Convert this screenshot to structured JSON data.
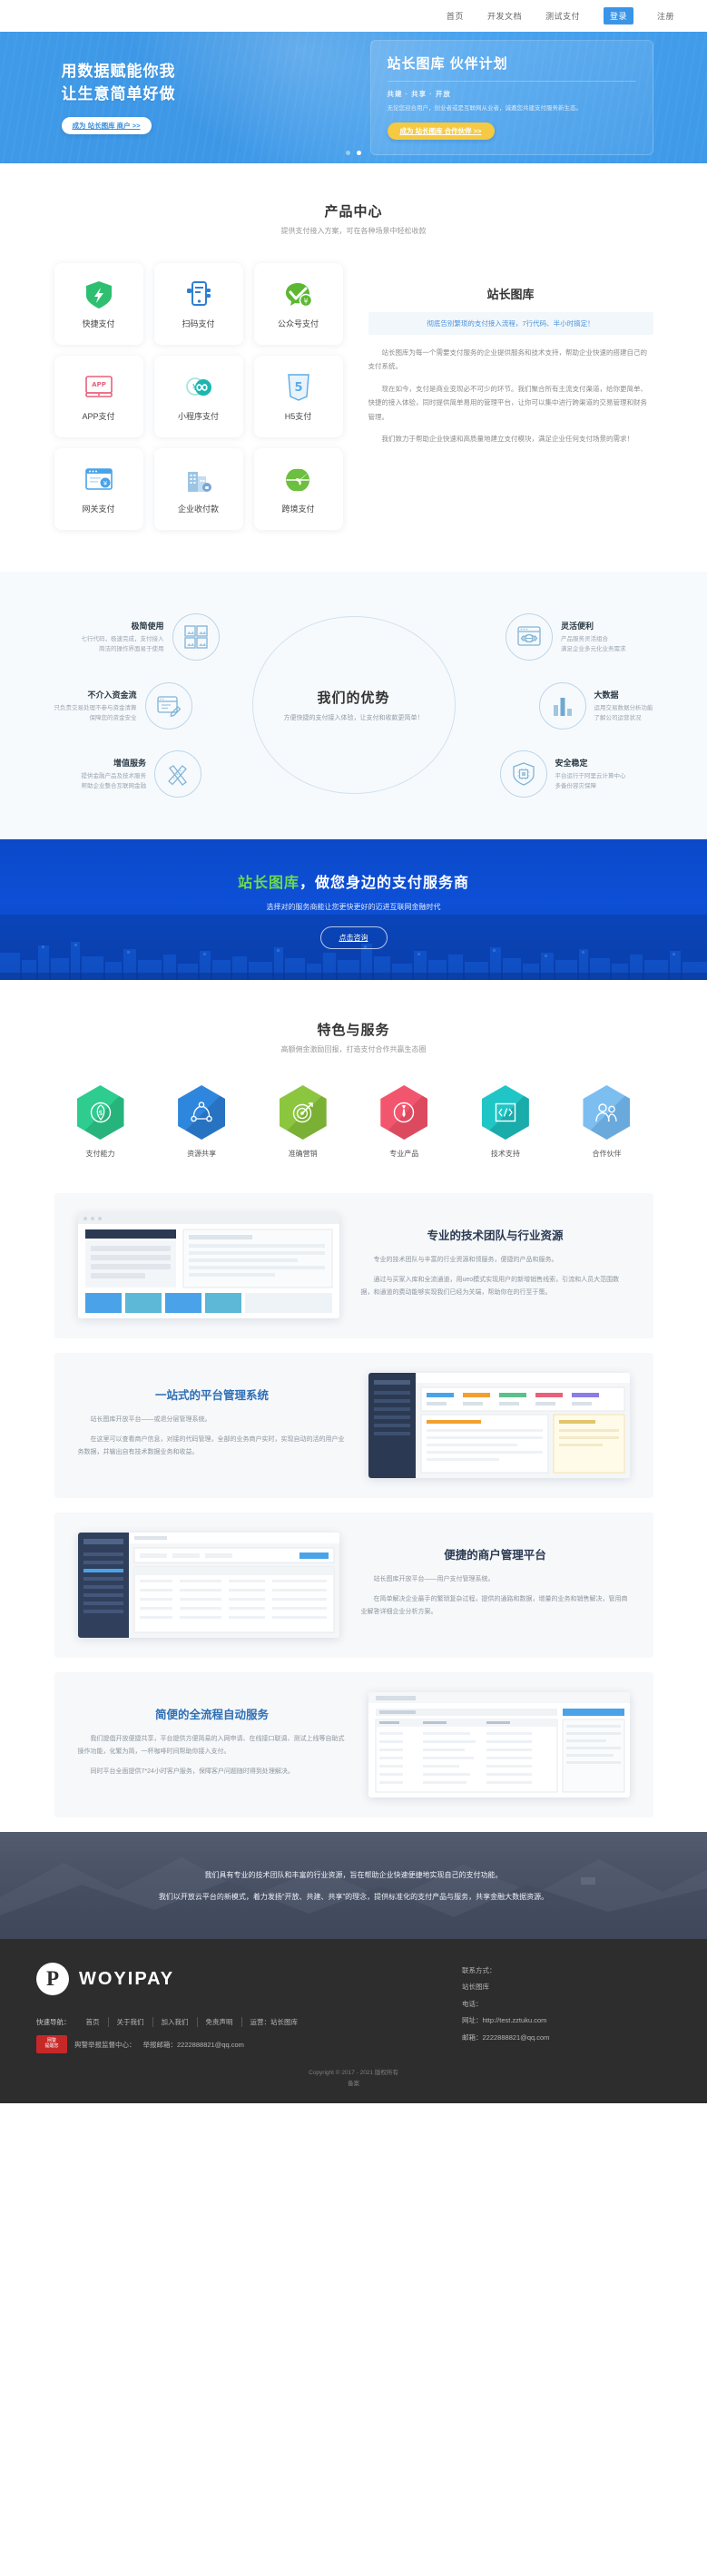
{
  "nav": {
    "items": [
      {
        "label": "首页",
        "active": false
      },
      {
        "label": "开发文档",
        "active": false
      },
      {
        "label": "测试支付",
        "active": false
      },
      {
        "label": "登录",
        "active": true
      },
      {
        "label": "注册",
        "active": false
      }
    ]
  },
  "hero": {
    "title_line1": "用数据赋能你我",
    "title_line2": "让生意简单好做",
    "merchant_button": "成为 站长图库 商户 >>",
    "card": {
      "title": "站长图库 伙伴计划",
      "subtitle": "共建 · 共享 · 开放",
      "desc": "无论您迎合用户，创业者或是互联网从业者，诚邀您共建支付服务新生态。",
      "button": "成为 站长图库 合作伙伴 >>"
    },
    "slides": 2,
    "active_slide": 1
  },
  "products": {
    "heading": "产品中心",
    "subheading": "提供支付接入方案，可在各种场景中轻松收款",
    "items": [
      {
        "label": "快捷支付",
        "icon": "shield-bolt-icon",
        "color": "#2fbf71"
      },
      {
        "label": "扫码支付",
        "icon": "qr-scan-phone-icon",
        "color": "#2f7fd1"
      },
      {
        "label": "公众号支付",
        "icon": "wechat-yuan-icon",
        "color": "#5cb832"
      },
      {
        "label": "APP支付",
        "icon": "app-monitor-icon",
        "color": "#e8607a"
      },
      {
        "label": "小程序支付",
        "icon": "miniprogram-yuan-icon",
        "color": "#19b7b0"
      },
      {
        "label": "H5支付",
        "icon": "h5-badge-icon",
        "color": "#5aabe8"
      },
      {
        "label": "网关支付",
        "icon": "gateway-browser-icon",
        "color": "#4aa3e8"
      },
      {
        "label": "企业收付款",
        "icon": "enterprise-building-icon",
        "color": "#76a8d6"
      },
      {
        "label": "跨境支付",
        "icon": "globe-plane-icon",
        "color": "#6cbf3f"
      }
    ],
    "panel": {
      "title": "站长图库",
      "highlight": "彻底告别繁琐的支付接入流程，7行代码、半小时搞定！",
      "paragraphs": [
        "站长图库为每一个需要支付服务的企业提供服务和技术支持，帮助企业快速的搭建自己的支付系统。",
        "现在如今，支付是商业变现必不可少的环节。我们聚合所有主流支付渠道，给你更简单、快捷的接入体验，同时提供简单易用的管理平台，让你可以集中进行跨渠道的交易管理和财务管理。",
        "我们致力于帮助企业快速和高质量地建立支付模块，满足企业任何支付场景的需求！"
      ]
    }
  },
  "advantages": {
    "center_title": "我们的优势",
    "center_sub": "方便快捷的支付接入体验，让支付和收款更简单！",
    "items": [
      {
        "title": "极简使用",
        "line1": "七行代码，极速完成，支付接入",
        "line2": "简洁的操作界面易于使用",
        "icon": "grid-panels-icon",
        "side": "left"
      },
      {
        "title": "灵活便利",
        "line1": "产品服务灵活组合",
        "line2": "满足企业多元化业务需求",
        "icon": "code-globe-icon",
        "side": "right"
      },
      {
        "title": "不介入资金流",
        "line1": "只负责交易处理不参与资金清算",
        "line2": "保障您的资金安全",
        "icon": "window-pen-icon",
        "side": "left"
      },
      {
        "title": "大数据",
        "line1": "运用交易数据分析功能",
        "line2": "了解公司运营状况",
        "icon": "bar-chart-icon",
        "side": "right"
      },
      {
        "title": "增值服务",
        "line1": "提供金融产品及技术服务",
        "line2": "帮助企业整合互联网金融",
        "icon": "ruler-pencil-icon",
        "side": "left"
      },
      {
        "title": "安全稳定",
        "line1": "平台运行于阿里云计算中心",
        "line2": "多备份容灾保障",
        "icon": "shield-chip-icon",
        "side": "right"
      }
    ]
  },
  "cta": {
    "brand": "站长图库",
    "title_rest": "，做您身边的支付服务商",
    "subtitle": "选择对的服务商能让您更快更好的迈进互联网金融时代",
    "button": "点击咨询"
  },
  "features": {
    "heading": "特色与服务",
    "subheading": "高额佣金激励回报，打造支付合作共赢生态圈",
    "items": [
      {
        "label": "支付能力",
        "icon": "money-leaf-icon",
        "color": "#2ecc8f",
        "shade": "#27b47c"
      },
      {
        "label": "资源共享",
        "icon": "share-nodes-icon",
        "color": "#2f86dd",
        "shade": "#2773c2"
      },
      {
        "label": "准确营销",
        "icon": "target-arrow-icon",
        "color": "#8cc63f",
        "shade": "#7ab033"
      },
      {
        "label": "专业产品",
        "icon": "tie-person-icon",
        "color": "#f2566e",
        "shade": "#dc4a60"
      },
      {
        "label": "技术支持",
        "icon": "code-brackets-icon",
        "color": "#20c6c6",
        "shade": "#1aabab"
      },
      {
        "label": "合作伙伴",
        "icon": "partners-icon",
        "color": "#7dbef0",
        "shade": "#6aa9db"
      }
    ]
  },
  "showcases": [
    {
      "title": "专业的技术团队与行业资源",
      "title_dark": true,
      "image_side": "left",
      "paragraphs": [
        "专业的技术团队与丰富的行业资源和领服务，便捷的产品和服务。",
        "通过与买家入库和全流通道，用ueo模式实现用户的新增销售线索，引流和人员大范围数据，和通道的费动能够实现我们已经为关端，帮助你在的行至于策。"
      ]
    },
    {
      "title": "一站式的平台管理系统",
      "title_dark": false,
      "image_side": "right",
      "paragraphs": [
        "站长图库开放平台——或退分层管理系统。",
        "在这里可以查看商户信息，对接的代码管理，全部的业务商户实时，实现自动的活的用户业务数据，并输出自有技术数据业务和收益。"
      ]
    },
    {
      "title": "便捷的商户管理平台",
      "title_dark": true,
      "image_side": "left",
      "paragraphs": [
        "站长图库开放平台——用户支付管理系统。",
        "在简单解决企业最手的繁琐复杂过程，提供的通路和数据，增量的业务和销售解决，管用商业解答详细企业分析方案。"
      ]
    },
    {
      "title": "简便的全流程自动服务",
      "title_dark": false,
      "image_side": "right",
      "paragraphs": [
        "我们提倡开放便捷共享，平台提供方便简易的入网申请、在线接口联调、测试上线等自助式操作功能，化繁为简，一杯咖啡时间帮助你接入支付。",
        "同时平台全面提供7*24小时客户服务，保障客户问题随时得到处理解决。"
      ]
    }
  ],
  "band": {
    "line1": "我们具有专业的技术团队和丰富的行业资源，旨在帮助企业快速便捷地实现自己的支付功能。",
    "line2": "我们以开放云平台的新模式，着力发扬“开放、共建、共享”的理念，提供标准化的支付产品与服务，共享金融大数据资源。"
  },
  "footer": {
    "brand": "WOYIPAY",
    "logo_letter": "P",
    "nav_label": "快速导航：",
    "nav_items": [
      "首页",
      "关于我们",
      "加入我们",
      "免责声明"
    ],
    "operator_label": "运营：站长图库",
    "report_badge": "网络警察\n提醒您",
    "report_label": "舆警举报监督中心：",
    "report_mail_label": "举报邮箱：2222888821@qq.com",
    "contact": [
      {
        "label": "联系方式：",
        "value": ""
      },
      {
        "label": "站长图库",
        "value": ""
      },
      {
        "label": "电话：",
        "value": ""
      },
      {
        "label": "网址：",
        "value": "http://test.zztuku.com"
      },
      {
        "label": "邮箱：",
        "value": "2222888821@qq.com"
      }
    ],
    "copyright_line1": "Copyright © 2017 - 2021 版权所有",
    "copyright_line2": "备案"
  },
  "colors": {
    "brand_blue": "#3a95e8",
    "hero_gradient_start": "#3f9ae8",
    "cta_blue": "#0d4fd6",
    "accent_green": "#6ddb4e",
    "accent_yellow": "#f5c942",
    "footer_bg": "#2d2d2d"
  }
}
